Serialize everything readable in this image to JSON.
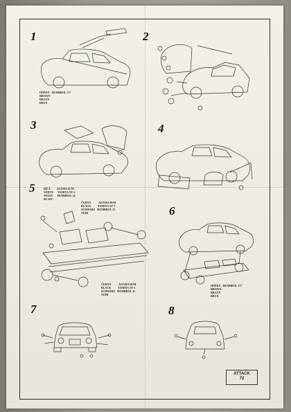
{
  "steps": [
    {
      "number": "1"
    },
    {
      "number": "2"
    },
    {
      "number": "3"
    },
    {
      "number": "4"
    },
    {
      "number": "5"
    },
    {
      "number": "6"
    },
    {
      "number": "7"
    },
    {
      "number": "8"
    }
  ],
  "paint_notes": {
    "step1": "HNĚDÁ   HUMBROL 177\nBROWN\nBRAUN\nBRUN",
    "step5_white": "BÍLÁ         AGAMA 01/M\nWHITE      TAMIYA XF-2\nWEISS       HUMBROL 34\nBLANC",
    "step5_black_top": "ČERNÁ           AGAMA 06/M\nBLACK          TAMIYA XF-1\nSCHWARZ   HUMBROL 33\nNOIR",
    "step5_black_bottom": "ČERNÁ           AGAMA 06/M\nBLACK          TAMIYA XF-1\nSCHWARZ   HUMBROL 33\nNOIR",
    "step6": "HNĚDÁ   HUMBROL 177\nBROWN\nBRAUN\nBRUN"
  },
  "logo": {
    "line1": "ATTACK",
    "line2": "72"
  }
}
